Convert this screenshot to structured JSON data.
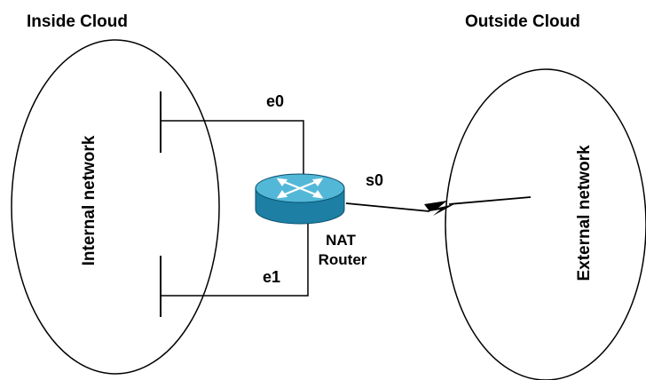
{
  "inside_cloud": {
    "title": "Inside Cloud",
    "network_label": "Internal network"
  },
  "outside_cloud": {
    "title": "Outside Cloud",
    "network_label": "External network"
  },
  "router": {
    "label_line1": "NAT",
    "label_line2": "Router",
    "icon": "router-icon"
  },
  "interfaces": {
    "e0": "e0",
    "e1": "e1",
    "s0": "s0"
  },
  "colors": {
    "router_top": "#53b8d8",
    "router_side": "#1c7fa3",
    "router_edge": "#0a4f6e",
    "line": "#000000"
  }
}
